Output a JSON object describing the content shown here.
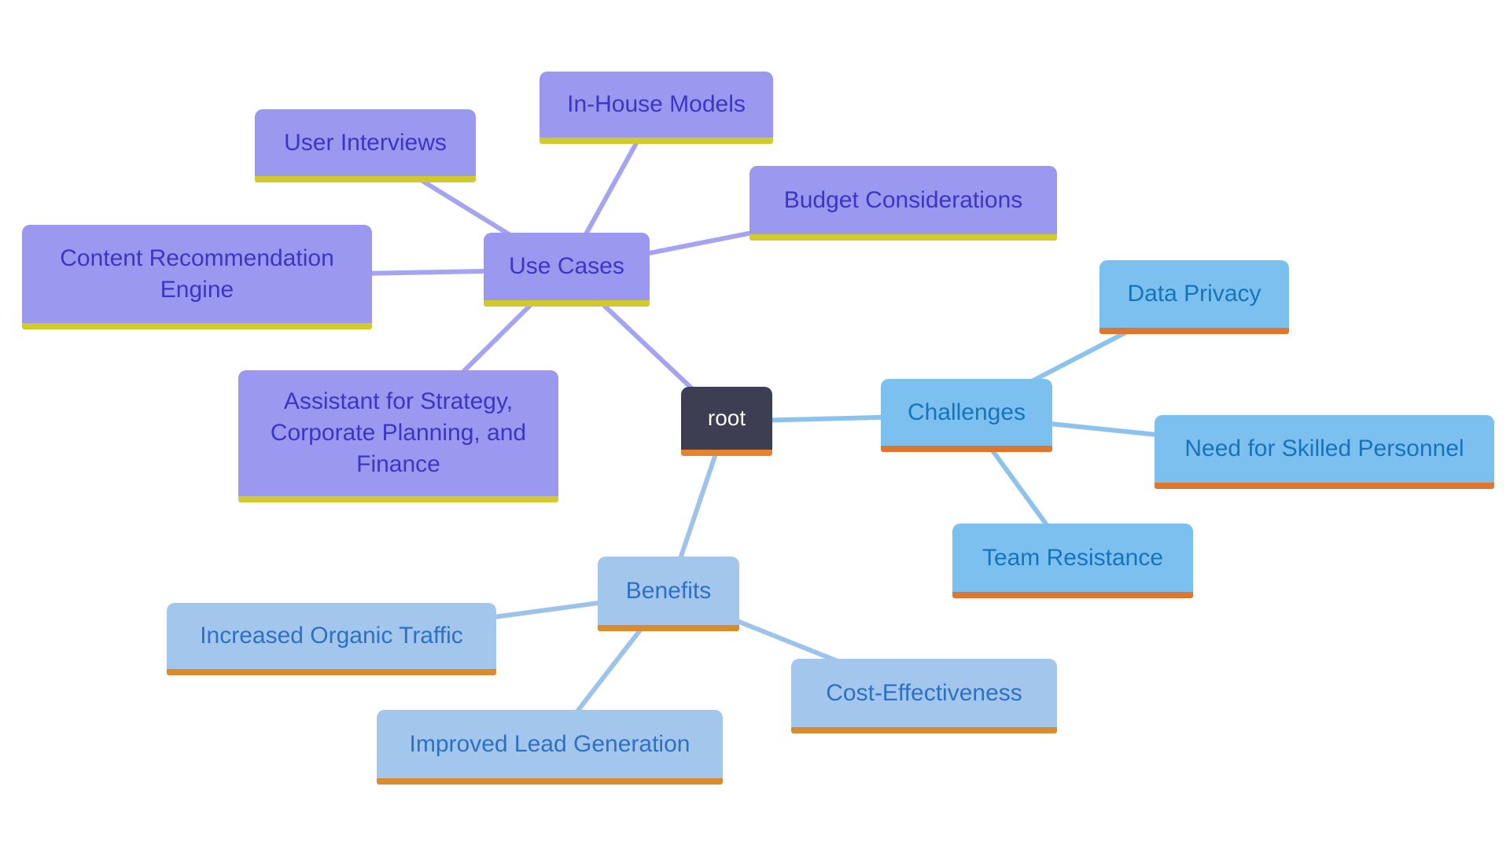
{
  "diagram": {
    "type": "mindmap",
    "background_color": "#ffffff",
    "nodes": {
      "root": {
        "label": "root",
        "fill": "#3e3e53",
        "text_color": "#fafafa",
        "underline_color": "#e8832d"
      },
      "use_cases": {
        "label": "Use Cases",
        "fill": "#9b98ef",
        "text_color": "#3c35c6",
        "underline_color": "#d3c929"
      },
      "in_house_models": {
        "label": "In-House Models",
        "fill": "#9b98ef",
        "text_color": "#3c35c6",
        "underline_color": "#d3c929"
      },
      "user_interviews": {
        "label": "User Interviews",
        "fill": "#9b98ef",
        "text_color": "#3c35c6",
        "underline_color": "#d3c929"
      },
      "content_recommendation_engine": {
        "label": "Content Recommendation Engine",
        "fill": "#9b98ef",
        "text_color": "#3c35c6",
        "underline_color": "#d3c929"
      },
      "assistant_strategy": {
        "label": "Assistant for Strategy, Corporate Planning, and Finance",
        "fill": "#9b98ef",
        "text_color": "#3c35c6",
        "underline_color": "#d3c929"
      },
      "budget_considerations": {
        "label": "Budget Considerations",
        "fill": "#9b98ef",
        "text_color": "#3c35c6",
        "underline_color": "#d3c929"
      },
      "challenges": {
        "label": "Challenges",
        "fill": "#7cc0ef",
        "text_color": "#1874ba",
        "underline_color": "#e0762d"
      },
      "data_privacy": {
        "label": "Data Privacy",
        "fill": "#7cc0ef",
        "text_color": "#1874ba",
        "underline_color": "#e0762d"
      },
      "need_skilled_personnel": {
        "label": "Need for Skilled Personnel",
        "fill": "#7cc0ef",
        "text_color": "#1874ba",
        "underline_color": "#e0762d"
      },
      "team_resistance": {
        "label": "Team Resistance",
        "fill": "#7cc0ef",
        "text_color": "#1874ba",
        "underline_color": "#e0762d"
      },
      "benefits": {
        "label": "Benefits",
        "fill": "#a3c6ed",
        "text_color": "#2e70c3",
        "underline_color": "#d98b2d"
      },
      "increased_organic_traffic": {
        "label": "Increased Organic Traffic",
        "fill": "#a3c6ed",
        "text_color": "#2e70c3",
        "underline_color": "#d98b2d"
      },
      "improved_lead_generation": {
        "label": "Improved Lead Generation",
        "fill": "#a3c6ed",
        "text_color": "#2e70c3",
        "underline_color": "#d98b2d"
      },
      "cost_effectiveness": {
        "label": "Cost-Effectiveness",
        "fill": "#a3c6ed",
        "text_color": "#2e70c3",
        "underline_color": "#d98b2d"
      }
    },
    "edges": [
      {
        "from": "use_cases",
        "to": "root",
        "color": "#a5a3f2"
      },
      {
        "from": "use_cases",
        "to": "in_house_models",
        "color": "#a5a3f2"
      },
      {
        "from": "use_cases",
        "to": "user_interviews",
        "color": "#a5a3f2"
      },
      {
        "from": "use_cases",
        "to": "content_recommendation_engine",
        "color": "#a5a3f2"
      },
      {
        "from": "use_cases",
        "to": "assistant_strategy",
        "color": "#a5a3f2"
      },
      {
        "from": "use_cases",
        "to": "budget_considerations",
        "color": "#a5a3f2"
      },
      {
        "from": "root",
        "to": "challenges",
        "color": "#8bc3ee"
      },
      {
        "from": "challenges",
        "to": "data_privacy",
        "color": "#8bc3ee"
      },
      {
        "from": "challenges",
        "to": "need_skilled_personnel",
        "color": "#8bc3ee"
      },
      {
        "from": "challenges",
        "to": "team_resistance",
        "color": "#8bc3ee"
      },
      {
        "from": "root",
        "to": "benefits",
        "color": "#9ec3ea"
      },
      {
        "from": "benefits",
        "to": "increased_organic_traffic",
        "color": "#9ec3ea"
      },
      {
        "from": "benefits",
        "to": "improved_lead_generation",
        "color": "#9ec3ea"
      },
      {
        "from": "benefits",
        "to": "cost_effectiveness",
        "color": "#9ec3ea"
      }
    ]
  }
}
